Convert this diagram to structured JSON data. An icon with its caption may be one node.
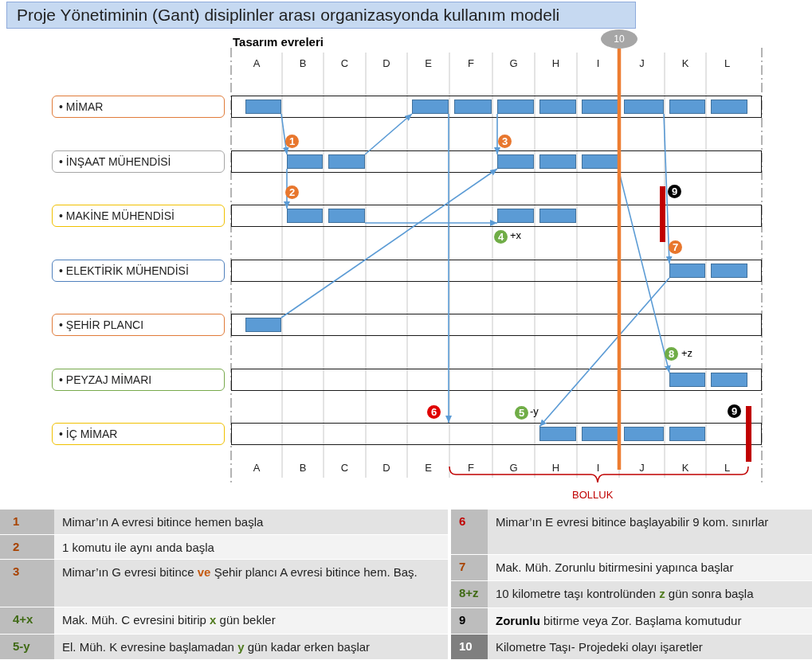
{
  "diagram": {
    "title": "Proje Yönetiminin (Gant) disiplinler arası organizasyonda kullanım modeli",
    "nodes": [
      {
        "text": [
          "• MİMAR"
        ]
      },
      {
        "text": [
          "• İNŞAAT MÜHENDİSİ"
        ]
      },
      {
        "text": [
          "• MAKİNE MÜHENDİSİ"
        ]
      },
      {
        "text": [
          "• ELEKTİRİK MÜHENDİSİ"
        ]
      },
      {
        "text": [
          "• ŞEHİR PLANCI"
        ]
      },
      {
        "text": [
          "• PEYZAJ MİMARI"
        ]
      },
      {
        "text": [
          "• İÇ MİMAR"
        ]
      },
      {
        "text": [],
        "shape": "box"
      },
      {
        "text": [],
        "shape": "box"
      },
      {
        "text": [],
        "shape": "box"
      },
      {
        "text": [],
        "shape": "box"
      },
      {
        "text": [],
        "shape": "box"
      },
      {
        "text": [],
        "shape": "box"
      },
      {
        "text": [],
        "shape": "box"
      },
      {
        "text": [],
        "shape": "bar",
        "in": 7
      },
      {
        "text": [],
        "shape": "bar",
        "in": 7
      },
      {
        "text": [],
        "shape": "bar",
        "in": 7
      },
      {
        "text": [],
        "shape": "bar",
        "in": 7
      },
      {
        "text": [],
        "shape": "bar",
        "in": 7
      },
      {
        "text": [],
        "shape": "bar",
        "in": 7
      },
      {
        "text": [],
        "shape": "bar",
        "in": 7
      },
      {
        "text": [],
        "shape": "bar",
        "in": 7
      },
      {
        "text": [],
        "shape": "bar",
        "in": 7
      },
      {
        "text": [],
        "shape": "bar",
        "in": 8
      },
      {
        "text": [],
        "shape": "bar",
        "in": 8
      },
      {
        "text": [],
        "shape": "bar",
        "in": 8
      },
      {
        "text": [],
        "shape": "bar",
        "in": 8
      },
      {
        "text": [],
        "shape": "bar",
        "in": 8
      },
      {
        "text": [],
        "shape": "bar",
        "in": 9
      },
      {
        "text": [],
        "shape": "bar",
        "in": 9
      },
      {
        "text": [],
        "shape": "bar",
        "in": 9
      },
      {
        "text": [],
        "shape": "bar",
        "in": 9
      },
      {
        "text": [],
        "shape": "bar",
        "in": 10
      },
      {
        "text": [],
        "shape": "bar",
        "in": 10
      },
      {
        "text": [],
        "shape": "bar",
        "in": 11
      },
      {
        "text": [],
        "shape": "bar",
        "in": 12
      },
      {
        "text": [],
        "shape": "bar",
        "in": 12
      },
      {
        "text": [],
        "shape": "bar",
        "in": 13
      },
      {
        "text": [],
        "shape": "bar",
        "in": 13
      },
      {
        "text": [],
        "shape": "bar",
        "in": 13
      },
      {
        "text": [],
        "shape": "bar",
        "in": 13
      },
      {
        "text": [
          "10"
        ]
      }
    ],
    "edges": [
      {
        "from": 14,
        "to": 23,
        "arrow": "to"
      },
      {
        "from": 23,
        "to": 28,
        "arrow": "to"
      },
      {
        "from": 24,
        "to": 15,
        "arrow": "to"
      },
      {
        "from": 17,
        "to": 25,
        "arrow": "to"
      },
      {
        "from": 34,
        "to": 25,
        "arrow": "to"
      },
      {
        "from": 29,
        "to": 30,
        "arrow": "to"
      },
      {
        "from": 15,
        "to": 13,
        "arrow": "to"
      },
      {
        "from": 20,
        "to": 32,
        "arrow": "to"
      },
      {
        "from": 27,
        "to": 35,
        "arrow": "to"
      },
      {
        "from": 32,
        "to": 37,
        "arrow": "to"
      },
      {
        "from": 41,
        "to": null,
        "arrow": "none",
        "style": "thick",
        "color": "#ed7d31"
      }
    ],
    "labels": [
      "Tasarım evreleri",
      "A",
      "B",
      "C",
      "D",
      "E",
      "F",
      "G",
      "H",
      "I",
      "J",
      "K",
      "L",
      "1",
      "3",
      "2",
      "9",
      "4",
      "+x",
      "7",
      "8",
      "+z",
      "6",
      "5",
      "-y",
      "9",
      "A",
      "B",
      "C",
      "D",
      "E",
      "F",
      "G",
      "H",
      "I",
      "J",
      "K",
      "L",
      "BOLLUK",
      "1",
      "Mimar’ın A evresi bitince hemen başla",
      "2",
      "1 komutu ile aynı anda başla",
      "3",
      "Mimar’ın G evresi bitince **ve** Şehir plancı A evresi bitince hem. Baş.",
      "4+x",
      "Mak. Müh. C evresini bitirip **x** gün bekler",
      "5-y",
      "El. Müh. K evresine başlamadan **y** gün kadar erken başlar",
      "6",
      "Mimar’ın E evresi bitince başlayabilir 9 kom. sınırlar",
      "7",
      "Mak. Müh. Zorunlu bitirmesini yapınca başlar",
      "8+z",
      "10 kilometre taşı kontrolünden **z** gün sonra başla",
      "9",
      "**Zorunlu** bitirme veya Zor. Başlama komutudur",
      "10",
      "Kilometre Taşı- Projedeki olayı işaretler"
    ]
  }
}
